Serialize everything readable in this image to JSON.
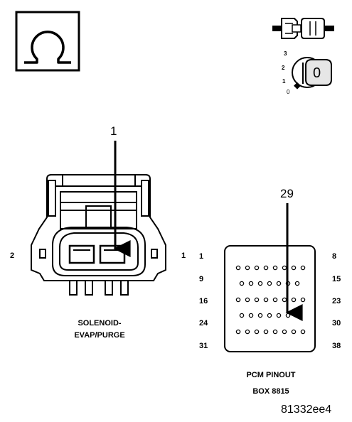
{
  "ohmmeter_symbol": "Ω",
  "ignition_key": {
    "positions": [
      "3",
      "2",
      "1",
      "0"
    ],
    "key_label": "0"
  },
  "solenoid_connector": {
    "callout": "1",
    "left_cavity_label": "2",
    "right_cavity_label": "1",
    "caption_line1": "SOLENOID-",
    "caption_line2": "EVAP/PURGE"
  },
  "pcm_connector": {
    "callout": "29",
    "row_start_labels": [
      "1",
      "9",
      "16",
      "24",
      "31"
    ],
    "row_end_labels": [
      "8",
      "15",
      "23",
      "30",
      "38"
    ],
    "caption_line1": "PCM PINOUT",
    "caption_line2": "BOX 8815"
  },
  "figure_id": "81332ee4"
}
